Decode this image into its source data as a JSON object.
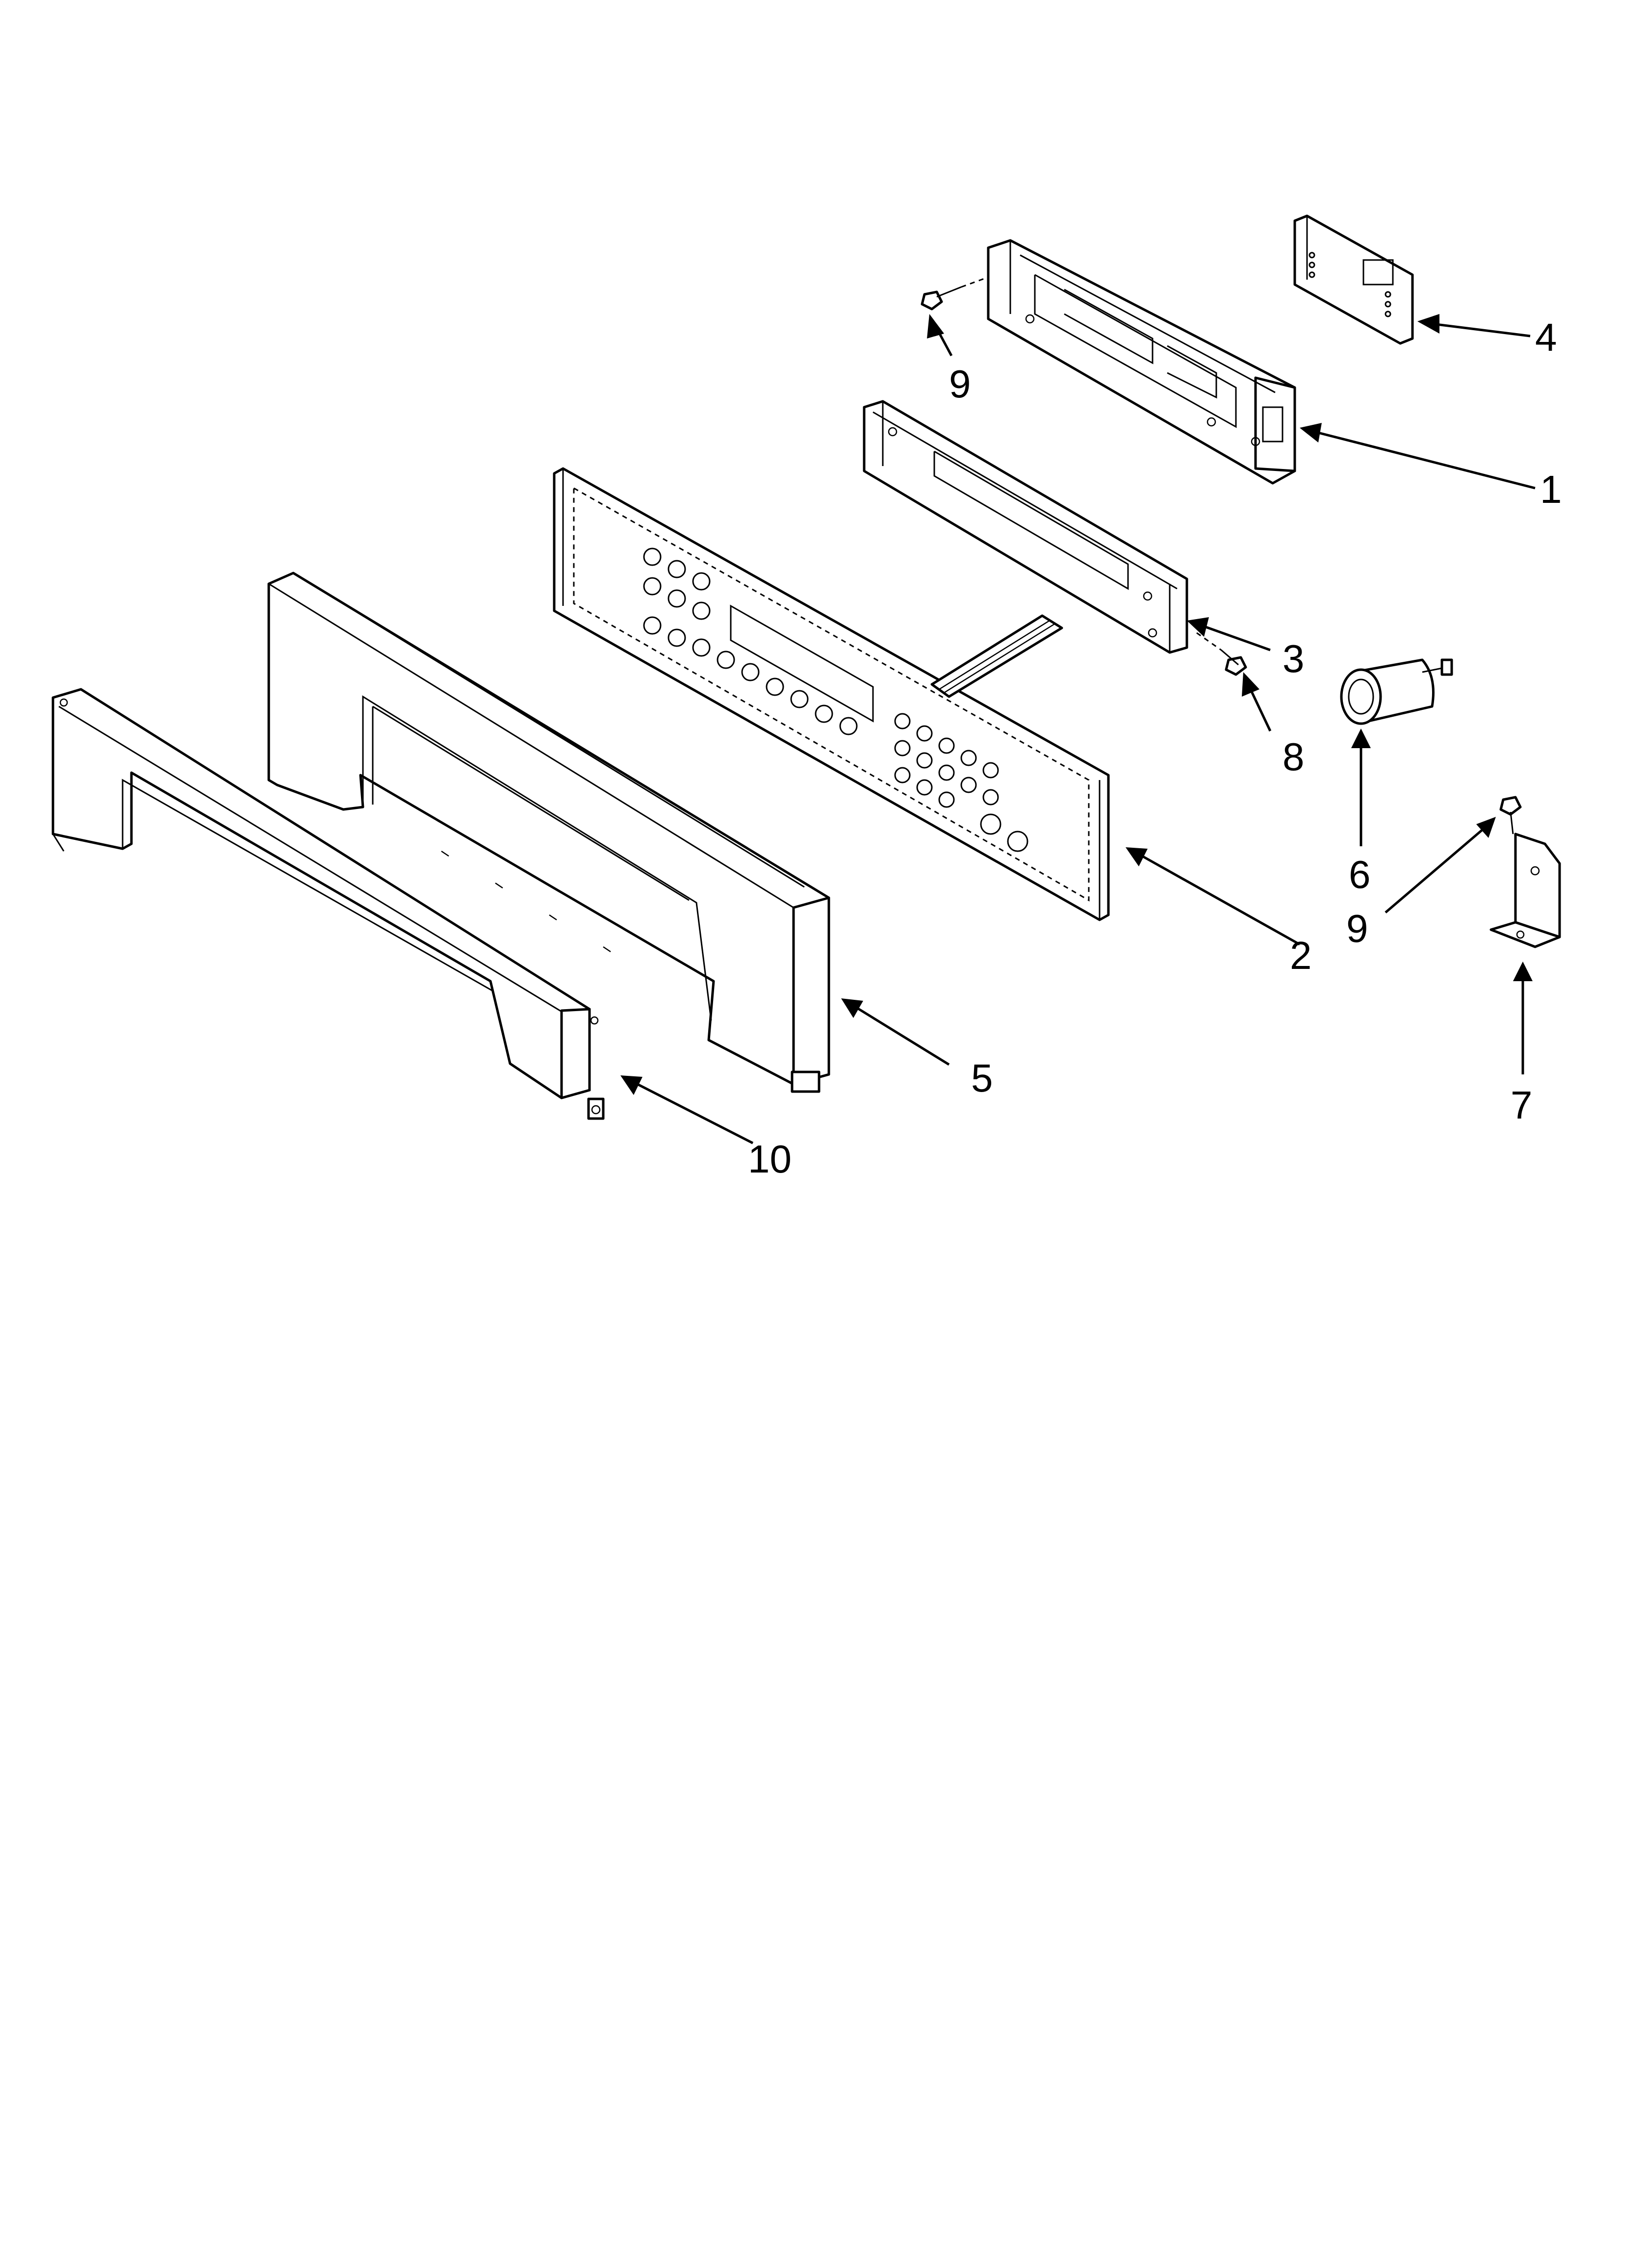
{
  "diagram": {
    "callouts": [
      {
        "id": "1",
        "label": "1"
      },
      {
        "id": "2",
        "label": "2"
      },
      {
        "id": "3",
        "label": "3"
      },
      {
        "id": "4",
        "label": "4"
      },
      {
        "id": "5",
        "label": "5"
      },
      {
        "id": "6",
        "label": "6"
      },
      {
        "id": "7",
        "label": "7"
      },
      {
        "id": "8",
        "label": "8"
      },
      {
        "id": "9a",
        "label": "9"
      },
      {
        "id": "9b",
        "label": "9"
      },
      {
        "id": "10",
        "label": "10"
      }
    ]
  }
}
